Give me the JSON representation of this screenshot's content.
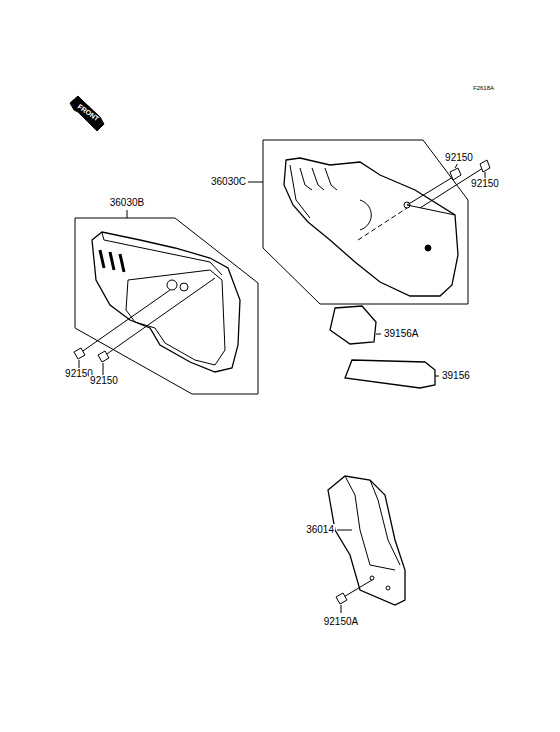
{
  "diagram": {
    "labels": [
      "F2618A",
      "FRONT",
      "36030C",
      "92150",
      "92150",
      "36030B",
      "92150",
      "92150",
      "39156A",
      "39156",
      "36014",
      "92150A"
    ]
  }
}
